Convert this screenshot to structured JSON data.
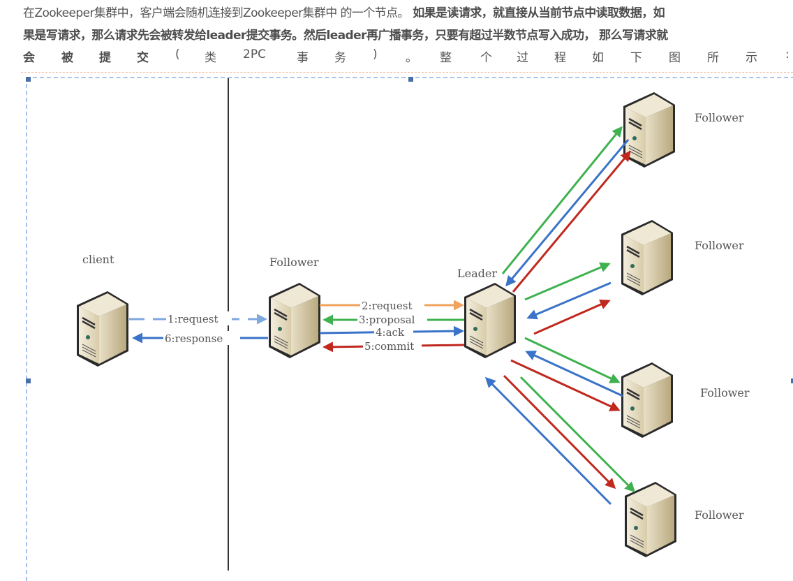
{
  "paragraph": {
    "line1_normal": "在Zookeeper集群中，客户端会随机连接到Zookeeper集群中 的一个节点。",
    "line1_bold": " 如果是读请求，就直接从当前节点中读取数据，如",
    "line2_bold": "果是写请求，那么请求先会被转发给leader提交事务。然后leader再广播事务，只要有超过半数节点写入成功， 那么写请求就",
    "line3_tokens": [
      "会",
      "被",
      "提",
      "交",
      "(",
      "类",
      "2PC",
      "事",
      "务",
      ")",
      "。",
      "整",
      "个",
      "过",
      "程",
      "如",
      "下",
      "图",
      "所",
      "示",
      ":"
    ]
  },
  "diagram": {
    "nodes": {
      "client": "client",
      "follower_local": "Follower",
      "leader": "Leader",
      "follower_1": "Follower",
      "follower_2": "Follower",
      "follower_3": "Follower",
      "follower_4": "Follower"
    },
    "messages": {
      "m1": "1:request",
      "m6": "6:response",
      "m2": "2:request",
      "m3": "3:proposal",
      "m4": "4:ack",
      "m5": "5:commit"
    },
    "colors": {
      "request": "#f0a35e",
      "proposal": "#3fb24f",
      "ack": "#3a73c8",
      "commit": "#c0281e",
      "client_request": "#7fa7e0",
      "server_fill": "#e2d8bd",
      "server_side": "#c9bb95"
    }
  }
}
